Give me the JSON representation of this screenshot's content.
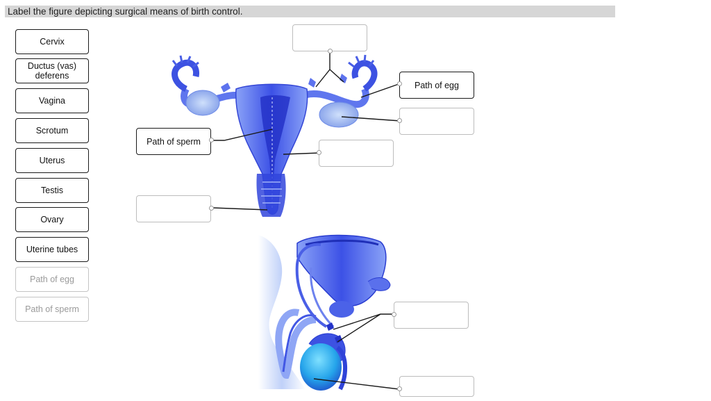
{
  "question": {
    "text": "Label the figure depicting surgical means of birth control."
  },
  "word_bank": [
    {
      "label": "Cervix",
      "state": "available"
    },
    {
      "label": "Ductus (vas) deferens",
      "state": "available"
    },
    {
      "label": "Vagina",
      "state": "available"
    },
    {
      "label": "Scrotum",
      "state": "available"
    },
    {
      "label": "Uterus",
      "state": "available"
    },
    {
      "label": "Testis",
      "state": "available"
    },
    {
      "label": "Ovary",
      "state": "available"
    },
    {
      "label": "Uterine tubes",
      "state": "available"
    },
    {
      "label": "Path of egg",
      "state": "used"
    },
    {
      "label": "Path of sperm",
      "state": "used"
    }
  ],
  "drop_zones": {
    "female_top": "",
    "path_of_egg": "Path of egg",
    "female_ovary": "",
    "path_of_sperm": "Path of sperm",
    "female_uterus": "",
    "female_vagina": "",
    "male_duct": "",
    "male_testis": ""
  },
  "colors": {
    "header_bg": "#d6d6d6",
    "anatomy_blue": "#3a4ee0",
    "anatomy_light": "#8fa6f5"
  }
}
